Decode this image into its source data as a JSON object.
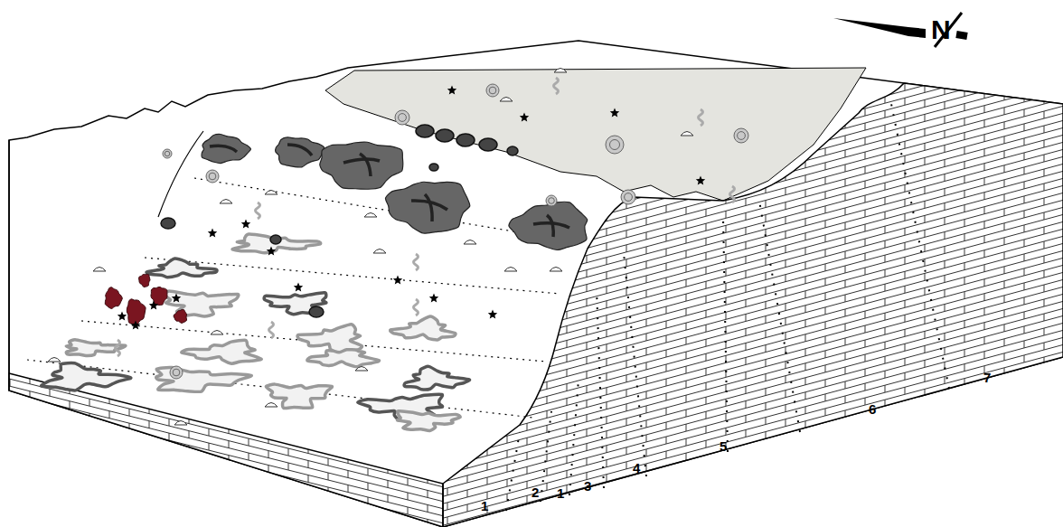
{
  "diagram": {
    "labels": [
      "1",
      "2",
      "1",
      "3",
      "4",
      "5",
      "6",
      "7",
      "N"
    ]
  }
}
